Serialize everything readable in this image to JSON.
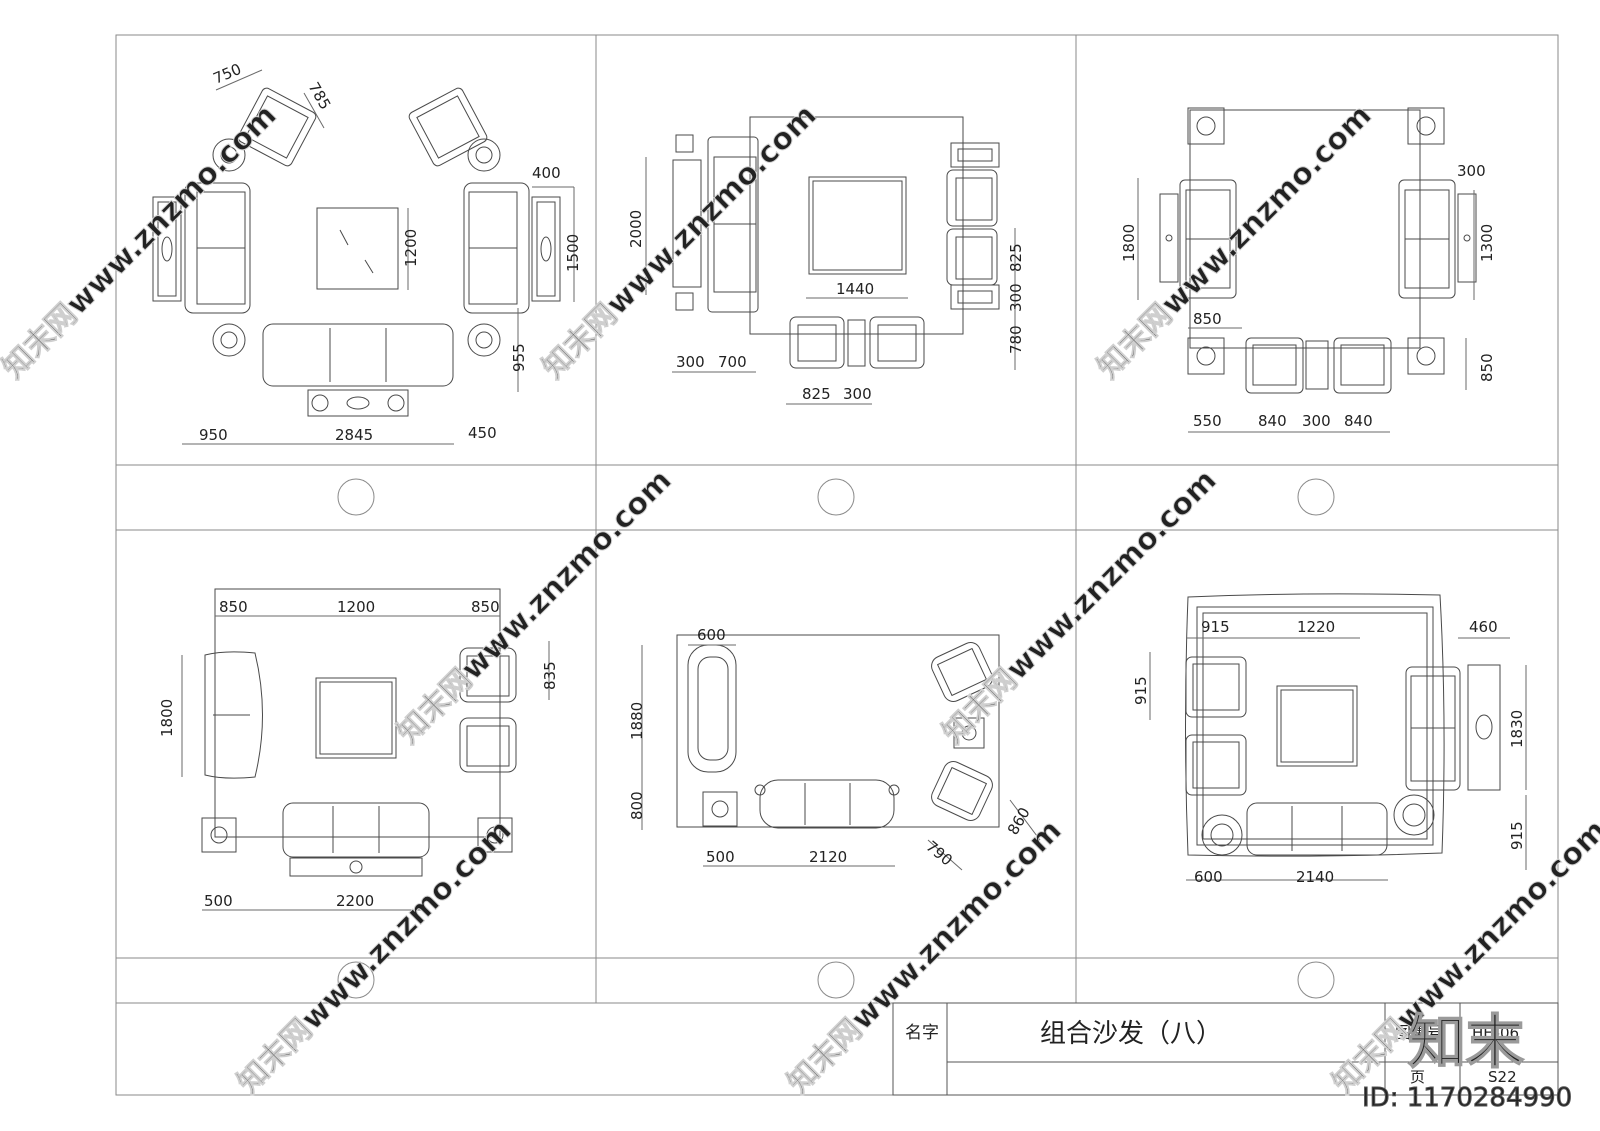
{
  "title_block": {
    "name_label": "名字",
    "title": "组合沙发（八）",
    "atlas_label": "图集号",
    "atlas_value": "HH-06",
    "page_label": "页",
    "page_value": "S22"
  },
  "watermark": {
    "site_text": "知末网www.znzmo.com",
    "logo_text": "知末",
    "id_text": "ID: 1170284990"
  },
  "panels": [
    {
      "dims": [
        "750",
        "785",
        "400",
        "1200",
        "1500",
        "955",
        "950",
        "2845",
        "450"
      ]
    },
    {
      "dims": [
        "2000",
        "1440",
        "825",
        "300",
        "780",
        "300",
        "700",
        "825",
        "300"
      ]
    },
    {
      "dims": [
        "1800",
        "300",
        "1300",
        "850",
        "850",
        "550",
        "840",
        "300",
        "840"
      ]
    },
    {
      "dims": [
        "850",
        "1200",
        "850",
        "835",
        "1800",
        "500",
        "2200"
      ]
    },
    {
      "dims": [
        "600",
        "1880",
        "800",
        "500",
        "2120",
        "790",
        "860"
      ]
    },
    {
      "dims": [
        "915",
        "1220",
        "460",
        "915",
        "1830",
        "915",
        "600",
        "2140"
      ]
    }
  ],
  "colors": {
    "line": "#4a4a4a",
    "thin": "#8a8a8a",
    "watermark": "#cfcfcf"
  }
}
